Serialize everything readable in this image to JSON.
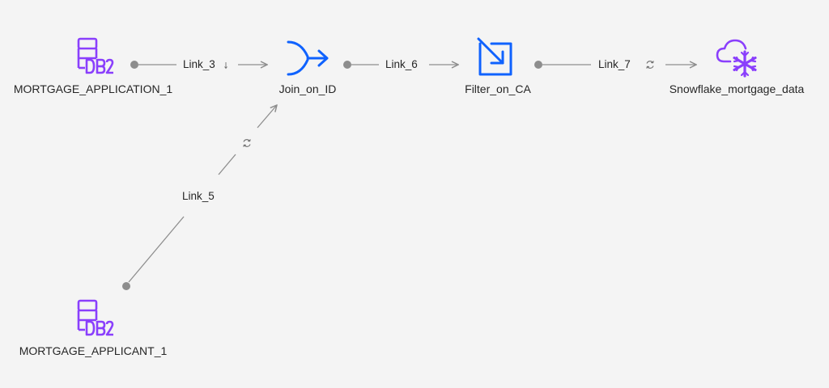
{
  "canvas": {
    "background": "#f4f4f4"
  },
  "colors": {
    "db2_purple": "#8a3ffc",
    "stage_blue": "#0f62fe",
    "link_gray": "#8d8d8d",
    "text": "#262626"
  },
  "nodes": {
    "mortgage_application": {
      "label": "MORTGAGE_APPLICATION_1",
      "icon": "db2-icon",
      "icon_text": "DB2"
    },
    "mortgage_applicant": {
      "label": "MORTGAGE_APPLICANT_1",
      "icon": "db2-icon",
      "icon_text": "DB2"
    },
    "join": {
      "label": "Join_on_ID",
      "icon": "join-icon"
    },
    "filter": {
      "label": "Filter_on_CA",
      "icon": "filter-icon"
    },
    "snowflake": {
      "label": "Snowflake_mortgage_data",
      "icon": "snowflake-cloud-icon"
    }
  },
  "links": {
    "link_3": {
      "label": "Link_3",
      "marker": "sort-icon"
    },
    "link_5": {
      "label": "Link_5",
      "marker": "refresh-icon"
    },
    "link_6": {
      "label": "Link_6"
    },
    "link_7": {
      "label": "Link_7",
      "marker": "refresh-icon"
    }
  }
}
